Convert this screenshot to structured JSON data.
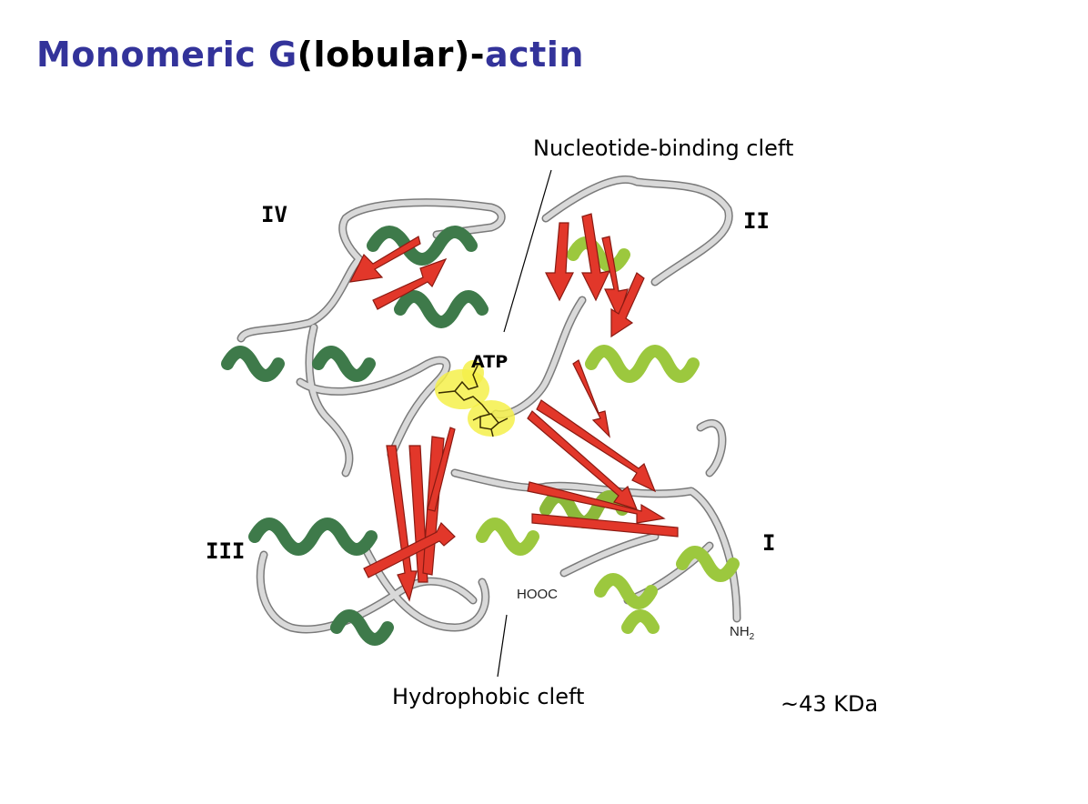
{
  "title": {
    "part1": "Monomeric ",
    "part2": "G",
    "part3": "(lobular)-",
    "part4": "actin"
  },
  "labels": {
    "nucleotide_cleft": "Nucleotide-binding cleft",
    "hydrophobic_cleft": "Hydrophobic cleft",
    "atp": "ATP",
    "molecular_weight": "~43 KDa",
    "c_terminus": "HOOC",
    "n_terminus_base": "NH",
    "n_terminus_sub": "2"
  },
  "subdomains": {
    "I": "I",
    "II": "II",
    "III": "III",
    "IV": "IV"
  },
  "colors": {
    "title_blue": "#33339a",
    "beta_sheet_red": "#e2372a",
    "helix_dark_green": "#3e7a4a",
    "helix_light_green": "#9cc83e",
    "loop_gray": "#c8c8c8",
    "atp_highlight": "#f4f04a"
  }
}
